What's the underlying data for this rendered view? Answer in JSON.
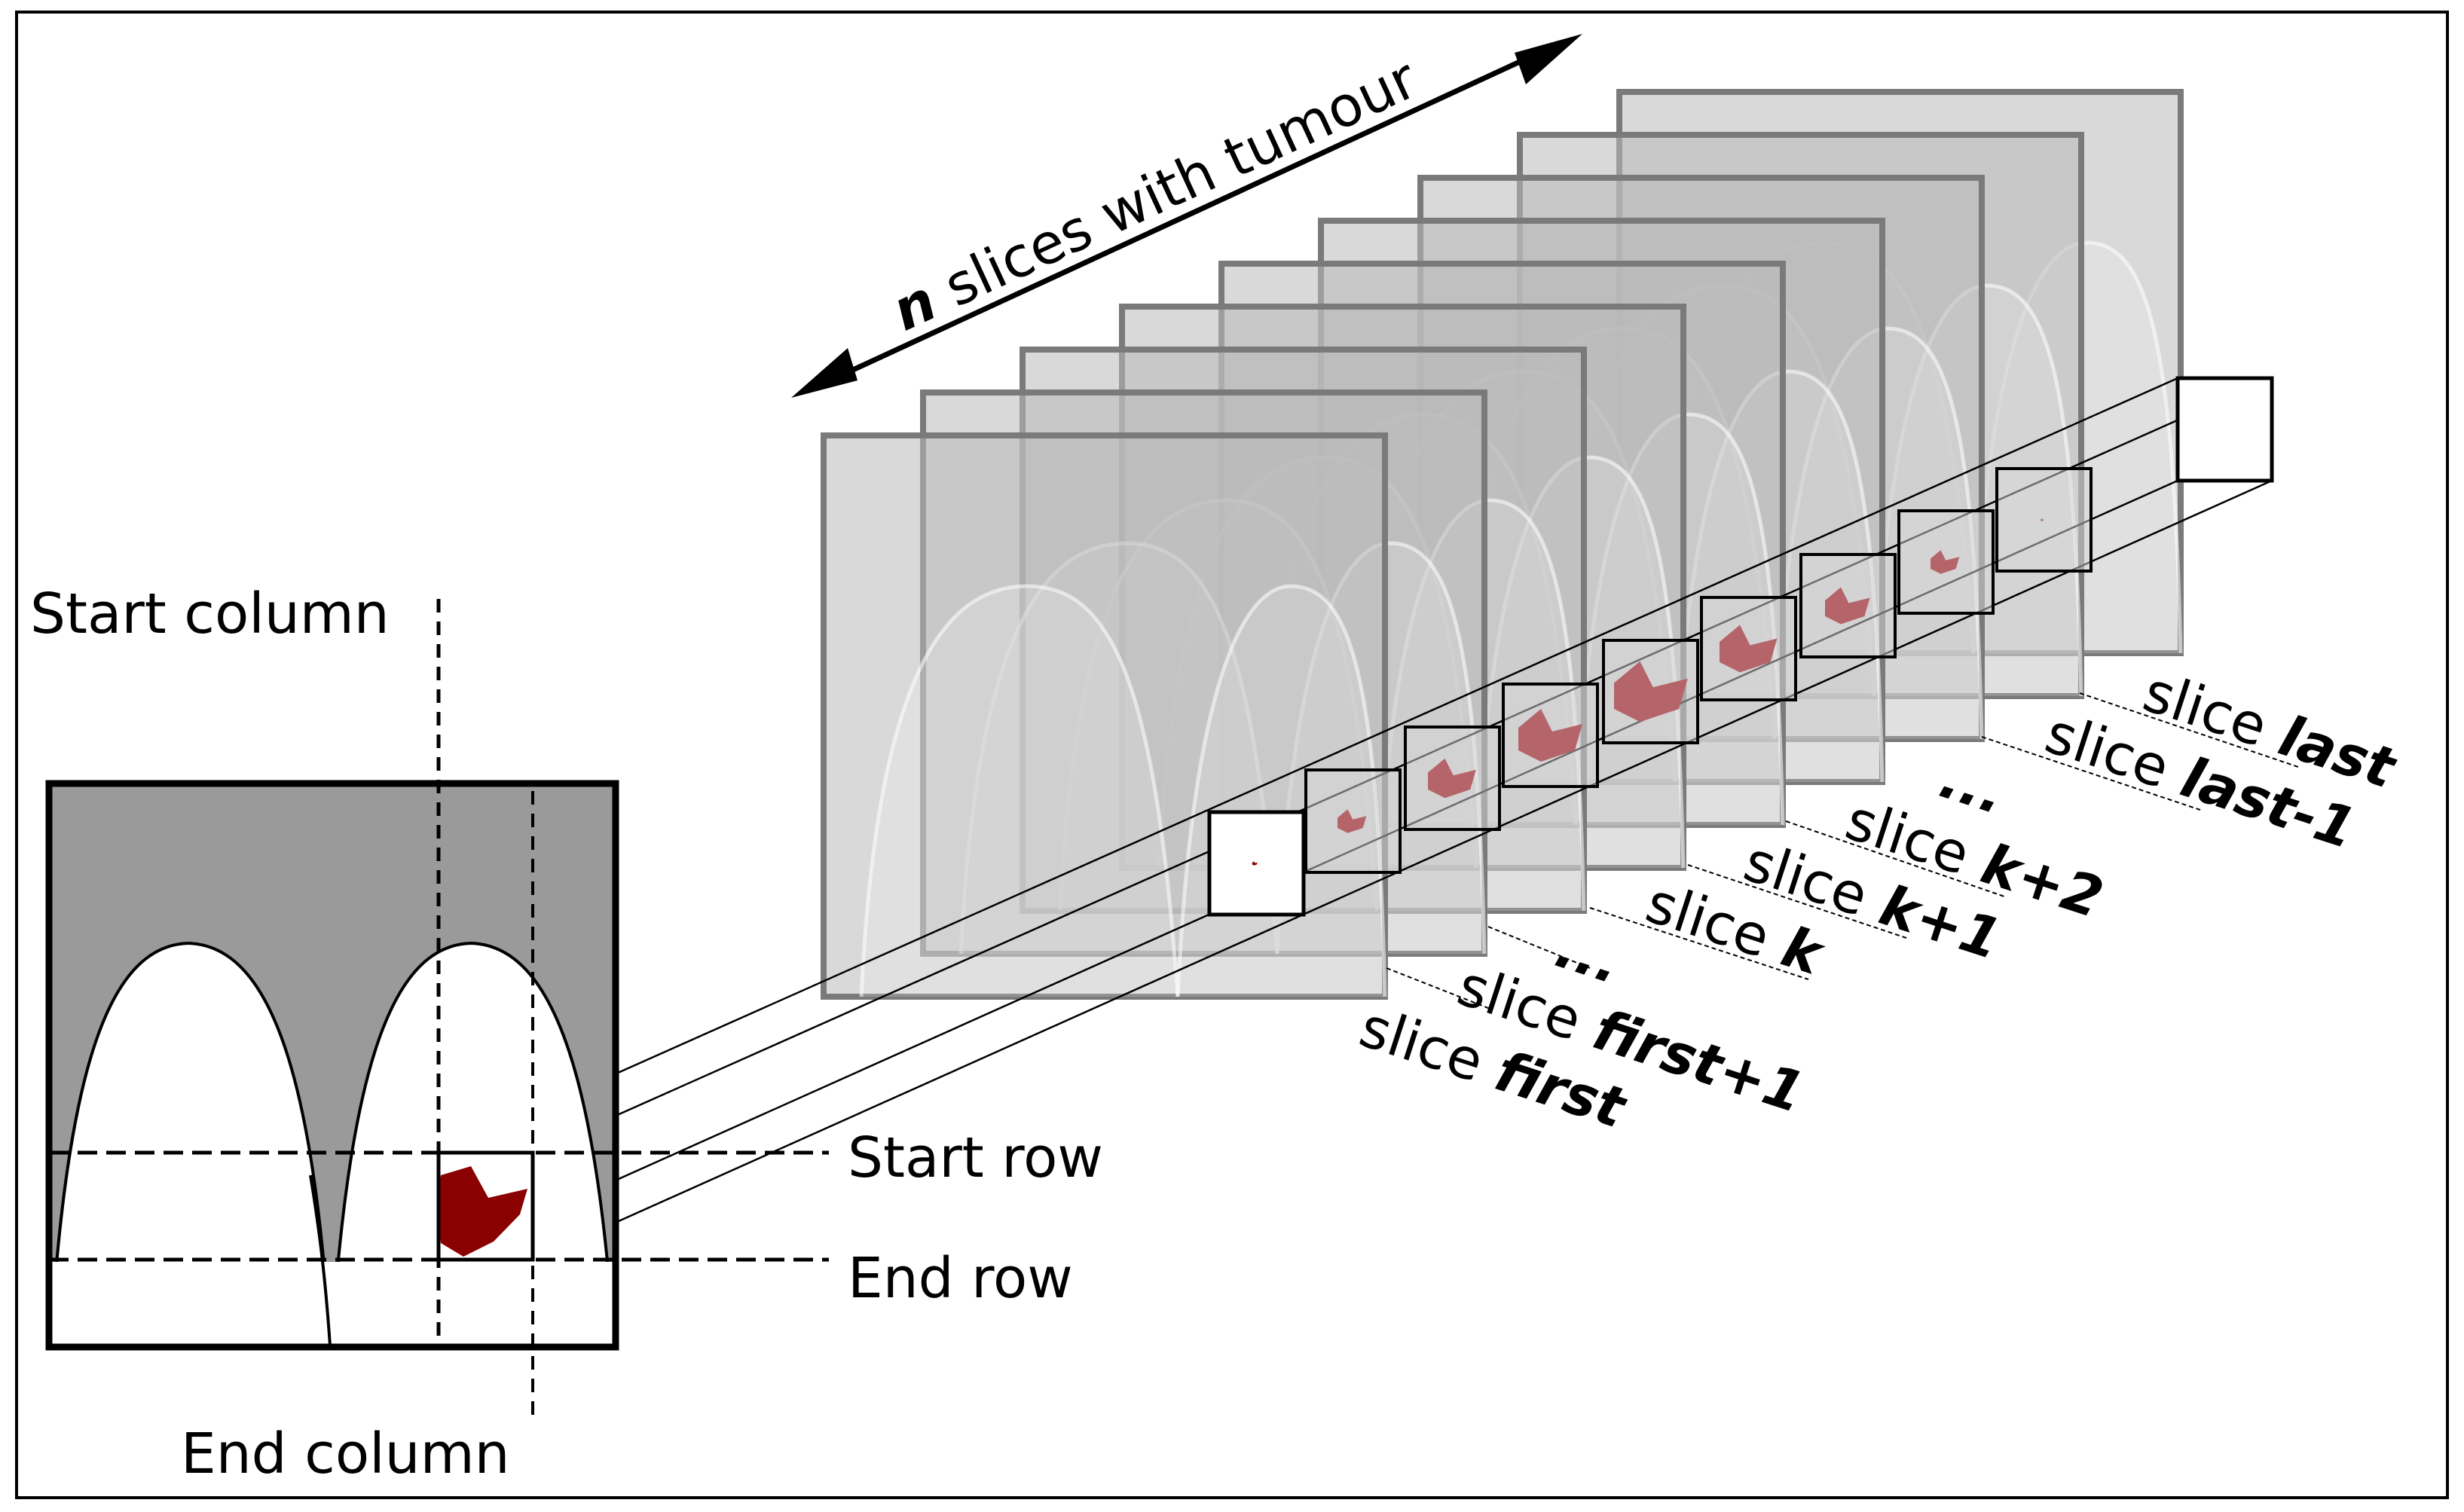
{
  "colors": {
    "frame": "#000000",
    "slice_fill": "#b9b9b9",
    "slice_edge": "#7a7a7a",
    "mri_gray": "#9a9a9a",
    "tumour": "#8b0000",
    "tumour_faded": "#b5656a"
  },
  "top_arrow": {
    "n": "n",
    "text": " slices with tumour"
  },
  "mri": {
    "start_column": "Start column",
    "end_column": "End column",
    "start_row": "Start row",
    "end_row": "End row"
  },
  "slice_labels": [
    {
      "prefix": "slice ",
      "name": "first"
    },
    {
      "prefix": "slice ",
      "name": "first+1"
    },
    {
      "prefix": "",
      "name": "..."
    },
    {
      "prefix": "slice ",
      "name": "k"
    },
    {
      "prefix": "slice ",
      "name": "k+1"
    },
    {
      "prefix": "slice ",
      "name": "k+2"
    },
    {
      "prefix": "",
      "name": "..."
    },
    {
      "prefix": "slice ",
      "name": "last-1"
    },
    {
      "prefix": "slice ",
      "name": "last"
    }
  ]
}
